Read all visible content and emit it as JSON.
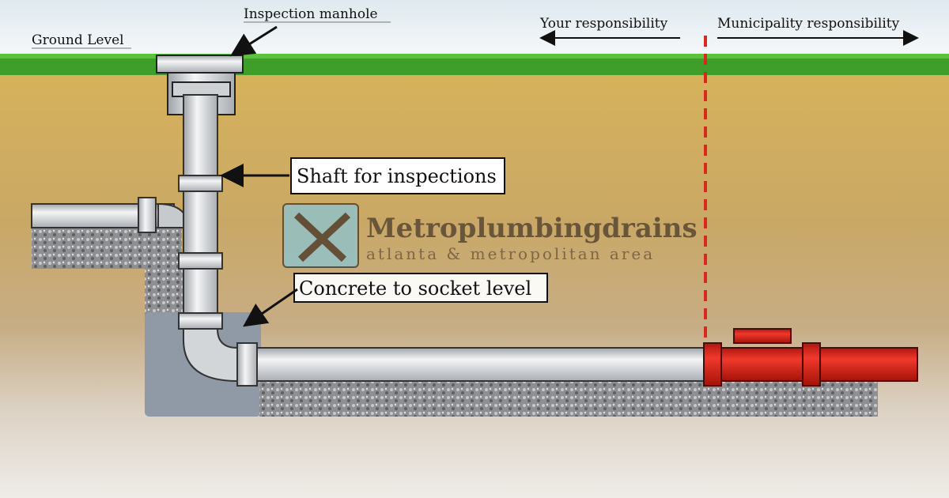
{
  "labels": {
    "ground_level": "Ground Level",
    "inspection_manhole": "Inspection manhole",
    "your_responsibility": "Your responsibility",
    "municipality_responsibility": "Municipality responsibility",
    "shaft": "Shaft for inspections",
    "concrete": "Concrete to socket level"
  },
  "watermark": {
    "brand": "Metroplumbingdrains",
    "tagline": "atlanta & metropolitan area"
  },
  "colors": {
    "grass": "#3f9e2a",
    "soil": "#c9a55a",
    "pipe": "#e4e6e8",
    "municipal_pipe": "#d9281e",
    "boundary_line": "#d9281e"
  }
}
